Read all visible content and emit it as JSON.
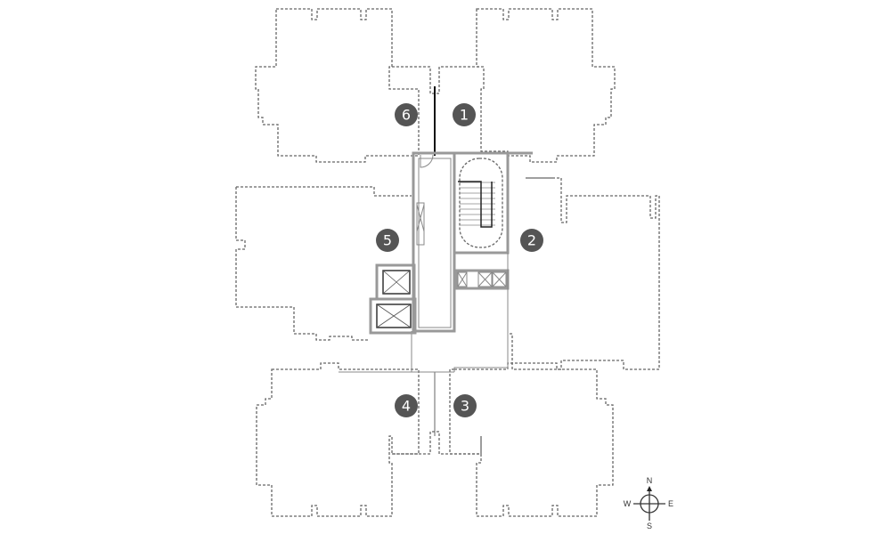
{
  "units": [
    {
      "id": "unit-1",
      "label": "1"
    },
    {
      "id": "unit-2",
      "label": "2"
    },
    {
      "id": "unit-3",
      "label": "3"
    },
    {
      "id": "unit-4",
      "label": "4"
    },
    {
      "id": "unit-5",
      "label": "5"
    },
    {
      "id": "unit-6",
      "label": "6"
    }
  ],
  "compass": {
    "north": "N",
    "south": "S",
    "east": "E",
    "west": "W"
  },
  "colors": {
    "badge": "#555555",
    "outline": "#666666"
  }
}
